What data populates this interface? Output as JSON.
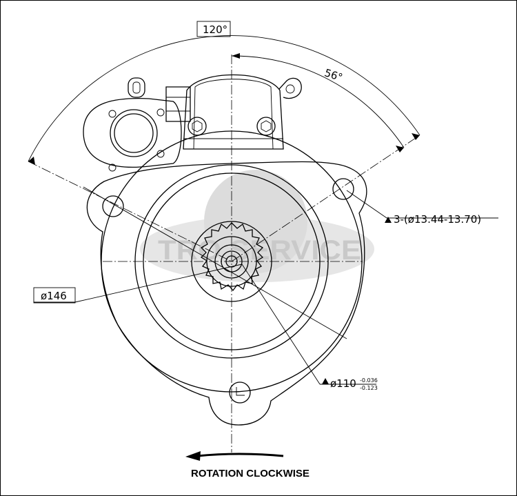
{
  "drawing": {
    "angle_outer": "120°",
    "angle_inner": "56°",
    "holes_label": "3-(ø13.44-13.70)",
    "diameter_outer": "ø146",
    "diameter_pilot": "ø110",
    "pilot_tol_upper": "-0.036",
    "pilot_tol_lower": "-0.123",
    "rotation_label": "ROTATION CLOCKWISE",
    "watermark": "TRO SERVICE"
  }
}
